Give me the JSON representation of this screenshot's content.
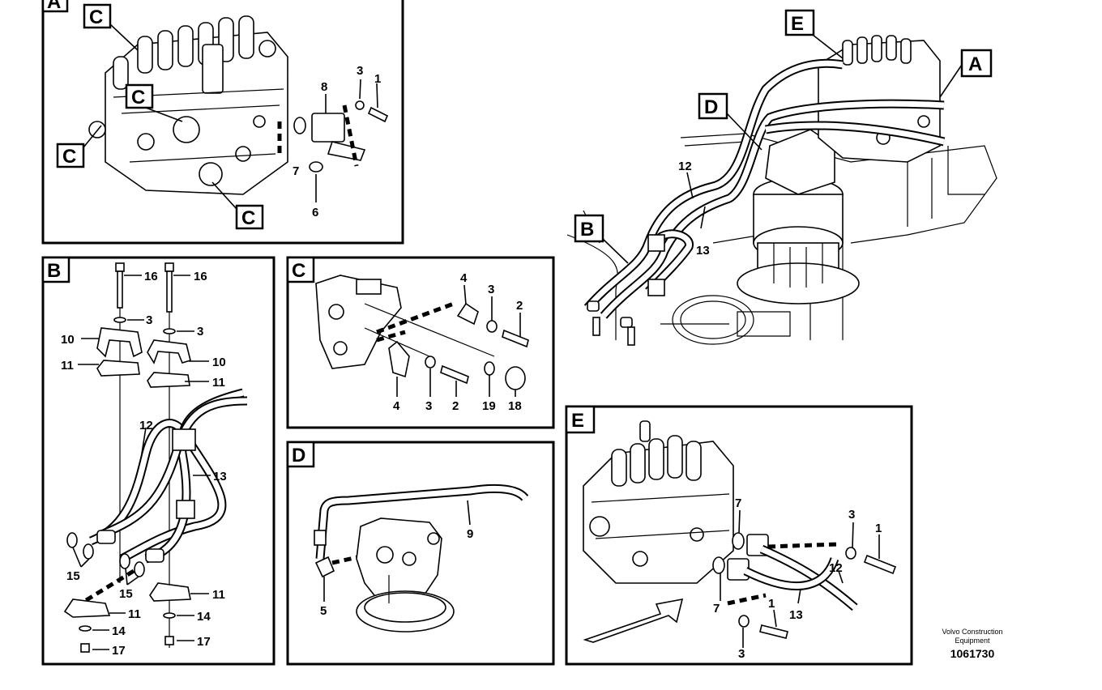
{
  "panels": {
    "A": {
      "title": "A",
      "callouts": [
        "C",
        "C",
        "C",
        "C"
      ],
      "parts": [
        "1",
        "3",
        "8",
        "7",
        "6"
      ]
    },
    "B": {
      "title": "B",
      "parts": [
        "16",
        "16",
        "3",
        "3",
        "10",
        "10",
        "11",
        "11",
        "12",
        "13",
        "15",
        "15",
        "11",
        "11",
        "14",
        "14",
        "17",
        "17"
      ]
    },
    "C": {
      "title": "C",
      "parts": [
        "4",
        "3",
        "2",
        "4",
        "3",
        "2",
        "19",
        "18"
      ]
    },
    "D": {
      "title": "D",
      "parts": [
        "9",
        "5"
      ]
    },
    "E": {
      "title": "E",
      "parts": [
        "7",
        "3",
        "1",
        "7",
        "12",
        "1",
        "13",
        "3"
      ]
    }
  },
  "overview": {
    "callouts": [
      "E",
      "A",
      "D",
      "B"
    ],
    "parts": [
      "12",
      "13"
    ]
  },
  "footer": {
    "brand_line1": "Volvo Construction",
    "brand_line2": "Equipment",
    "doc_number": "1061730"
  }
}
